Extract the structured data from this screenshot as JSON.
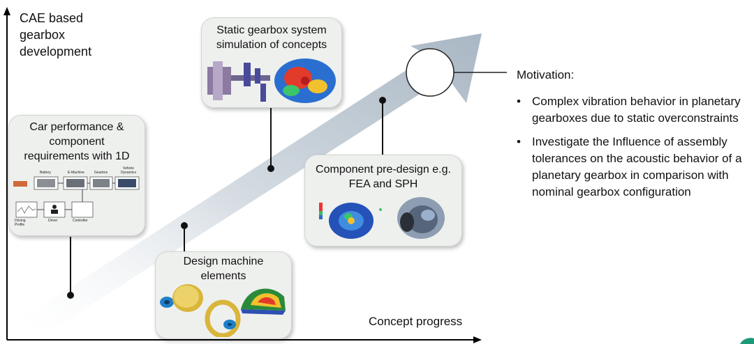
{
  "axes": {
    "y_label": "CAE based gearbox development",
    "x_label": "Concept progress"
  },
  "boxes": [
    {
      "id": "car-performance",
      "title": "Car performance & component requirements with 1D",
      "diagram_labels": {
        "battery": "Battery",
        "emachine": "E-Machine",
        "gearbox": "Gearbox",
        "vehicle_dynamics": "Vehicle Dynamics",
        "driving_profile": "Driving Profile",
        "driver": "Driver",
        "controller": "Controller"
      }
    },
    {
      "id": "static-gearbox",
      "title": "Static gearbox system simulation of concepts"
    },
    {
      "id": "component-predesign",
      "title": "Component pre-design e.g. FEA and SPH"
    },
    {
      "id": "design-machine",
      "title": "Design machine elements"
    }
  ],
  "motivation": {
    "heading": "Motivation:",
    "bullets": [
      "Complex vibration behavior in planetary gearboxes due to static overconstraints",
      "Investigate the Influence of assembly tolerances on the acoustic behavior of a planetary gearbox in comparison with nominal gearbox configuration"
    ]
  },
  "colors": {
    "arrow": "#b8c3ce",
    "box_bg": "#eef0ee",
    "axis": "#000000"
  }
}
